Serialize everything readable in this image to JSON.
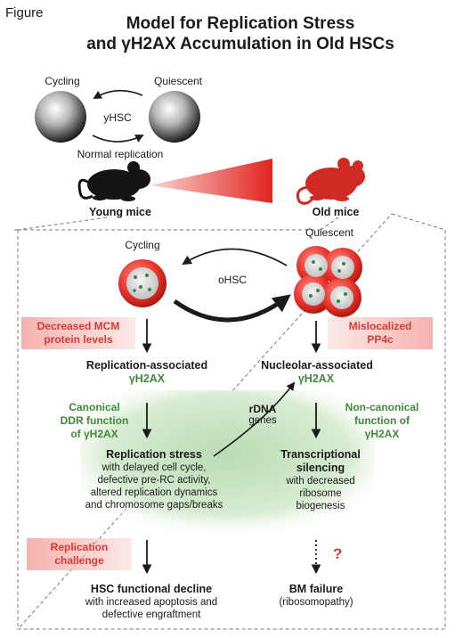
{
  "figure_label": "Figure",
  "title": {
    "line1": "Model for Replication Stress",
    "line2": "and γH2AX Accumulation in Old HSCs"
  },
  "top": {
    "cycling": "Cycling",
    "quiescent": "Quiescent",
    "yhsc": "yHSC",
    "normal_replication": "Normal replication",
    "young_mice": "Young mice",
    "old_mice": "Old mice"
  },
  "inner": {
    "cycling": "Cycling",
    "quiescent": "Quiescent",
    "ohsc": "oHSC",
    "decreased_mcm": [
      "Decreased MCM",
      "protein levels"
    ],
    "mislocalized": [
      "Mislocalized",
      "PP4c"
    ],
    "replication_associated": "Replication-associated",
    "nucleolar_associated": "Nucleolar-associated",
    "yh2ax": "γH2AX",
    "canonical": [
      "Canonical",
      "DDR function",
      "of γH2AX"
    ],
    "rdna": "rDNA",
    "genes": "genes",
    "noncanonical": [
      "Non-canonical",
      "function of",
      "γH2AX"
    ],
    "replication_stress_title": "Replication stress",
    "replication_stress_body": [
      "with delayed cell cycle,",
      "defective pre-RC activity,",
      "altered replication dynamics",
      "and chromosome gaps/breaks"
    ],
    "transcriptional_title": [
      "Transcriptional",
      "silencing"
    ],
    "transcriptional_body": [
      "with decreased",
      "ribosome",
      "biogenesis"
    ],
    "replication_challenge": [
      "Replication",
      "challenge"
    ],
    "question_mark": "?",
    "hsc_decline_title": "HSC functional decline",
    "hsc_decline_body": [
      "with increased apoptosis and",
      "defective engraftment"
    ],
    "bm_failure_title": "BM failure",
    "bm_failure_body": "(ribosomopathy)"
  },
  "colors": {
    "red": "#d83a36",
    "green": "#3f8a3a",
    "green_panel": "#cfe6c9",
    "pink_box": "#f4aaa5"
  }
}
